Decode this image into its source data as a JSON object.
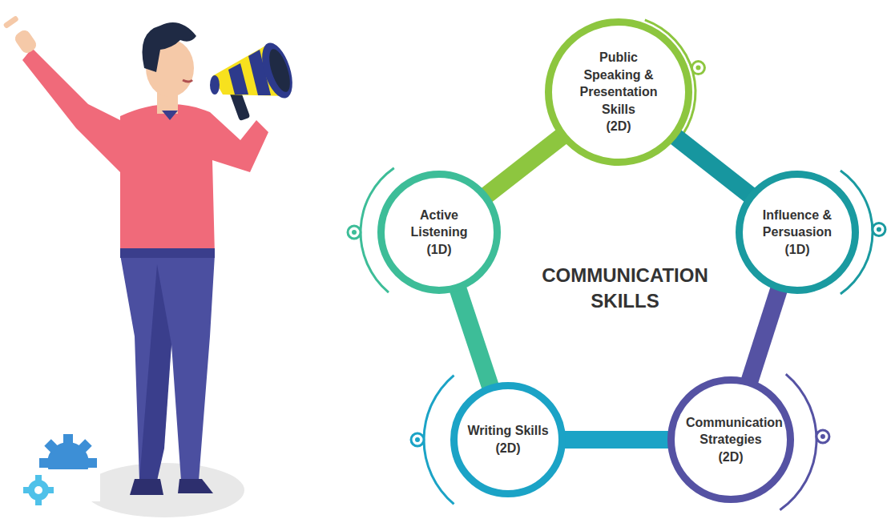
{
  "diagram": {
    "title": "COMMUNICATION SKILLS",
    "nodes": [
      {
        "text": [
          "Public Speaking & Presentation Skills",
          "(2D)"
        ]
      },
      {
        "text": [
          "Active Listening",
          "(1D)"
        ]
      },
      {
        "text": [
          "Influence & Persuasion",
          "(1D)"
        ]
      },
      {
        "text": [
          "Writing Skills",
          "(2D)"
        ]
      },
      {
        "text": [
          "Communication Strategies",
          "(2D)"
        ]
      }
    ],
    "edges": [
      {
        "from": 0,
        "to": 1,
        "arrow": "none"
      },
      {
        "from": 0,
        "to": 2,
        "arrow": "none"
      },
      {
        "from": 2,
        "to": 4,
        "arrow": "none"
      },
      {
        "from": 4,
        "to": 3,
        "arrow": "none"
      },
      {
        "from": 3,
        "to": 1,
        "arrow": "none"
      }
    ]
  }
}
